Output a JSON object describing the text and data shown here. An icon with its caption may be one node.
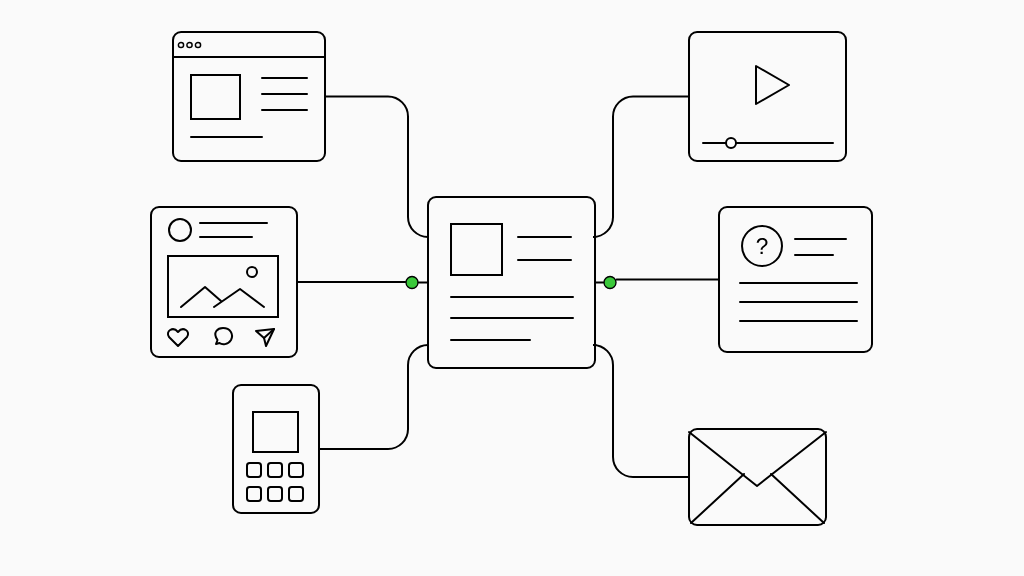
{
  "diagram": {
    "nodes": [
      {
        "text": [],
        "shape": "card"
      },
      {
        "text": [],
        "shape": "window"
      },
      {
        "text": [],
        "shape": "post"
      },
      {
        "text": [],
        "shape": "phone"
      },
      {
        "text": [],
        "shape": "player"
      },
      {
        "text": [
          "?"
        ]
      },
      {
        "text": [],
        "shape": "envelope"
      },
      {
        "text": [],
        "shape": "circle"
      },
      {
        "text": [],
        "shape": "circle"
      }
    ],
    "edges": [
      {
        "from": 1,
        "to": 0,
        "arrow": "none"
      },
      {
        "from": 2,
        "to": 7,
        "arrow": "none"
      },
      {
        "from": 7,
        "to": 0,
        "arrow": "none"
      },
      {
        "from": 3,
        "to": 0,
        "arrow": "none"
      },
      {
        "from": 4,
        "to": 0,
        "arrow": "none"
      },
      {
        "from": 5,
        "to": 8,
        "arrow": "none"
      },
      {
        "from": 8,
        "to": 0,
        "arrow": "none"
      },
      {
        "from": 6,
        "to": 0,
        "arrow": "none"
      }
    ]
  }
}
